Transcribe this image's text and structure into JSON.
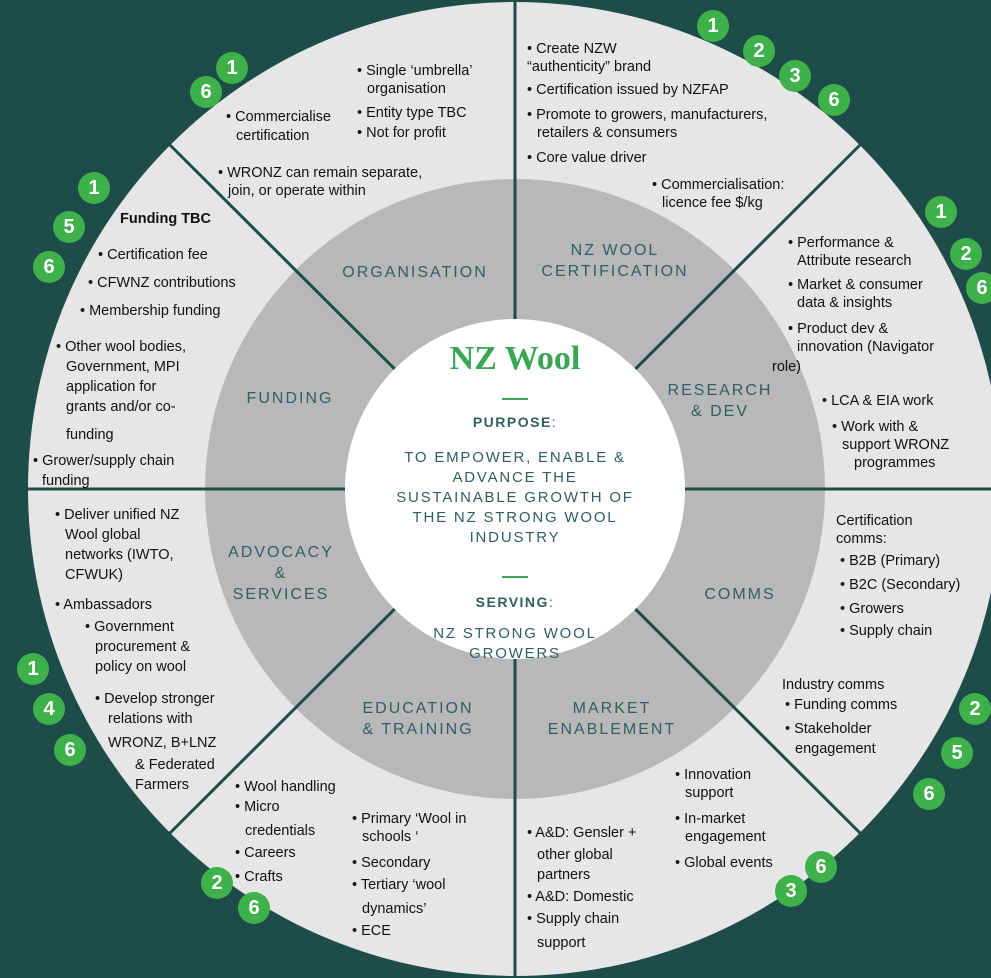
{
  "center": {
    "title": "NZ Wool",
    "purpose_label": "PURPOSE",
    "purpose_text": [
      "TO EMPOWER, ENABLE &",
      "ADVANCE THE",
      "SUSTAINABLE GROWTH OF",
      "THE NZ STRONG WOOL",
      "INDUSTRY"
    ],
    "serving_label": "SERVING",
    "serving_text": [
      "NZ STRONG WOOL",
      "GROWERS"
    ]
  },
  "segments": {
    "organisation": "ORGANISATION",
    "certification": [
      "NZ WOOL",
      "CERTIFICATION"
    ],
    "research": [
      "RESEARCH",
      "& DEV"
    ],
    "comms": "COMMS",
    "market": [
      "MARKET",
      "ENABLEMENT"
    ],
    "education": [
      "EDUCATION",
      "& TRAINING"
    ],
    "advocacy": [
      "ADVOCACY",
      "&",
      "SERVICES"
    ],
    "funding": "FUNDING"
  },
  "notes": {
    "organisation": [
      "• Single ‘umbrella’",
      "organisation",
      "• Entity type TBC",
      "• Not for profit",
      "• Commercialise",
      "certification",
      "• WRONZ can remain separate,",
      "join, or operate within"
    ],
    "certification": [
      "• Create NZW",
      "“authenticity” brand",
      "• Certification issued by NZFAP",
      "• Promote to growers, manufacturers,",
      "retailers & consumers",
      "• Core value driver",
      "• Commercialisation:",
      "licence fee $/kg"
    ],
    "research": [
      "• Performance &",
      "Attribute research",
      "• Market & consumer",
      "data & insights",
      "• Product dev &",
      "innovation (Navigator",
      "role)",
      "• LCA & EIA work",
      "• Work with &",
      "support WRONZ",
      "programmes"
    ],
    "comms": [
      "Certification",
      "comms:",
      "• B2B (Primary)",
      "• B2C (Secondary)",
      "• Growers",
      "• Supply chain",
      "Industry comms",
      "• Funding comms",
      "• Stakeholder",
      "engagement"
    ],
    "market": [
      "• Innovation",
      "support",
      "• In-market",
      "engagement",
      "• Global events",
      "• A&D: Gensler +",
      "other global",
      "partners",
      "• A&D: Domestic",
      "• Supply chain",
      "support"
    ],
    "education": [
      "• Wool handling",
      "• Micro",
      "credentials",
      "• Careers",
      "• Crafts",
      "• Primary ‘Wool in",
      "schools ‘",
      "• Secondary",
      "• Tertiary ‘wool",
      "dynamics’",
      "• ECE"
    ],
    "advocacy": [
      "• Deliver unified NZ",
      "Wool global",
      "networks (IWTO,",
      "CFWUK)",
      "• Ambassadors",
      "• Government",
      "procurement &",
      "policy on wool",
      "• Develop stronger",
      "relations with",
      "WRONZ,  B+LNZ",
      "& Federated",
      "Farmers"
    ],
    "funding": [
      "Funding TBC",
      "• Certification fee",
      "• CFWNZ contributions",
      "• Membership funding",
      "• Other wool bodies,",
      "Government, MPI",
      "application for",
      "grants and/or co-",
      "funding",
      "• Grower/supply chain",
      "funding"
    ]
  },
  "badges": [
    "1",
    "6",
    "1",
    "2",
    "3",
    "6",
    "1",
    "5",
    "6",
    "1",
    "2",
    "6",
    "2",
    "5",
    "6",
    "6",
    "3",
    "2",
    "6",
    "1",
    "4",
    "6"
  ],
  "colors": {
    "background": "#1d4c49",
    "outer_ring": "#e6e6e6",
    "inner_ring": "#b8b8b8",
    "core": "#ffffff",
    "accent_green": "#3fb14a",
    "label_teal": "#2f5f63",
    "divider": "#1d4c49"
  }
}
